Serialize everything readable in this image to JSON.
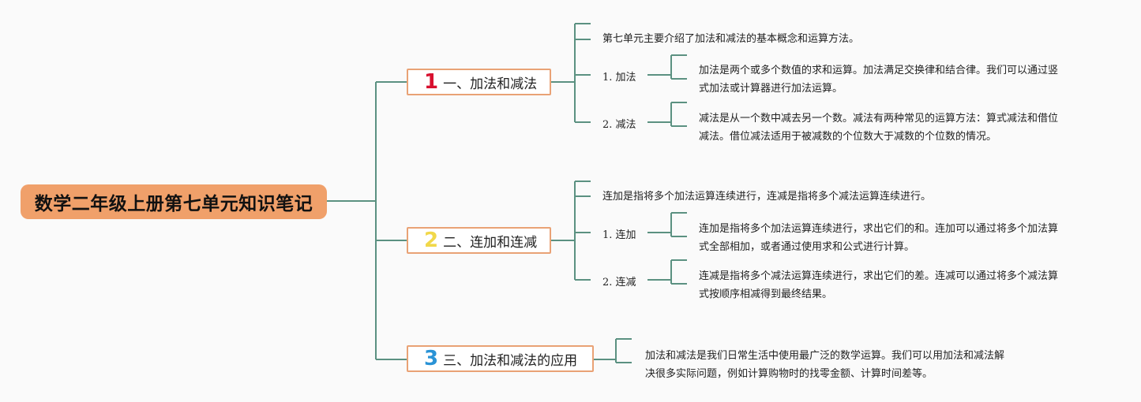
{
  "root": {
    "title": "数学二年级上册第七单元知识笔记"
  },
  "colors": {
    "connector": "#5b9181",
    "root_fill": "#f0a06a",
    "topic_border": "#e9a275",
    "num1": "#d8102f",
    "num2": "#f1d84a",
    "num3": "#2a93d6"
  },
  "topics": [
    {
      "num": "1",
      "label": "一、加法和减法",
      "intro": "第七单元主要介绍了加法和减法的基本概念和运算方法。",
      "subs": [
        {
          "label": "1. 加法",
          "text": [
            "加法是两个或多个数值的求和运算。加法满足交换律和结合律。我们可以通过竖",
            "式加法或计算器进行加法运算。"
          ]
        },
        {
          "label": "2. 减法",
          "text": [
            "减法是从一个数中减去另一个数。减法有两种常见的运算方法：算式减法和借位",
            "减法。借位减法适用于被减数的个位数大于减数的个位数的情况。"
          ]
        }
      ]
    },
    {
      "num": "2",
      "label": "二、连加和连减",
      "intro": "连加是指将多个加法运算连续进行，连减是指将多个减法运算连续进行。",
      "subs": [
        {
          "label": "1. 连加",
          "text": [
            "连加是指将多个加法运算连续进行，求出它们的和。连加可以通过将多个加法算",
            "式全部相加，或者通过使用求和公式进行计算。"
          ]
        },
        {
          "label": "2. 连减",
          "text": [
            "连减是指将多个减法运算连续进行，求出它们的差。连减可以通过将多个减法算",
            "式按顺序相减得到最终结果。"
          ]
        }
      ]
    },
    {
      "num": "3",
      "label": "三、加法和减法的应用",
      "text": [
        "加法和减法是我们日常生活中使用最广泛的数学运算。我们可以用加法和减法解",
        "决很多实际问题，例如计算购物时的找零金额、计算时间差等。"
      ]
    }
  ]
}
